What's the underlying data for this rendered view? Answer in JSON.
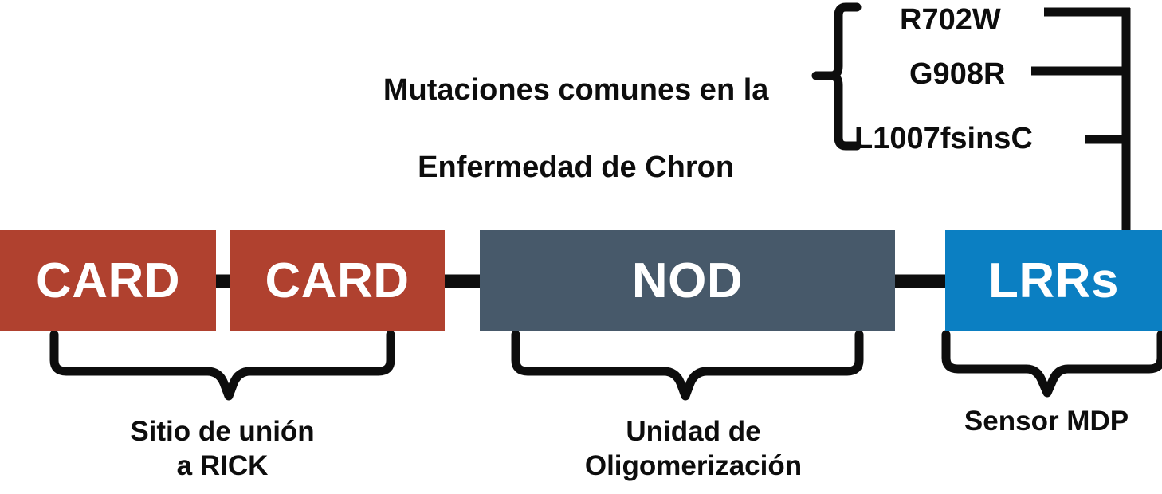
{
  "figure": {
    "title": "NOD2 protein domain structure",
    "background_color": "#ffffff",
    "line_color": "#0d0d0d"
  },
  "annotation_block": {
    "title_line_1": "Mutaciones comunes en la",
    "title_line_2": "Enfermedad de Chron",
    "title_full": "Mutaciones comunes en la Enfermedad de Chron",
    "brace_direction": "left-pointing",
    "mutations": [
      {
        "label": "R702W"
      },
      {
        "label": "G908R"
      },
      {
        "label": "L1007fsinsC"
      }
    ]
  },
  "protein": {
    "domains": [
      {
        "id": "card1",
        "label": "CARD",
        "color": "#B0412F",
        "text_color": "#ffffff"
      },
      {
        "id": "card2",
        "label": "CARD",
        "color": "#B0412F",
        "text_color": "#ffffff"
      },
      {
        "id": "nod",
        "label": "NOD",
        "color": "#47596A",
        "text_color": "#ffffff"
      },
      {
        "id": "lrrs",
        "label": "LRRs",
        "color": "#0B7FC2",
        "text_color": "#ffffff"
      }
    ],
    "connector_color": "#0d0d0d"
  },
  "function_brackets": [
    {
      "id": "rick",
      "spans": "card1+card2",
      "caption_line_1": "Sitio de unión",
      "caption_line_2": "a RICK",
      "caption_full": "Sitio de unión a RICK"
    },
    {
      "id": "oligomerization",
      "spans": "nod",
      "caption_line_1": "Unidad de",
      "caption_line_2": "Oligomerización",
      "caption_full": "Unidad de Oligomerización"
    },
    {
      "id": "mdp",
      "spans": "lrrs",
      "caption_line_1": "Sensor MDP",
      "caption_line_2": "",
      "caption_full": "Sensor MDP"
    }
  ]
}
